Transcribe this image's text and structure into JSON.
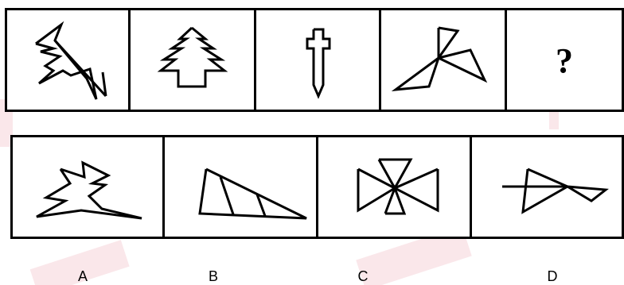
{
  "puzzle": {
    "question_mark": "?",
    "options": [
      {
        "label": "A"
      },
      {
        "label": "B"
      },
      {
        "label": "C"
      },
      {
        "label": "D"
      }
    ]
  },
  "colors": {
    "stroke": "#000000",
    "watermark": "#f3c9cf"
  },
  "icons": [
    "zigzag-lightning-figure-icon",
    "pine-tree-figure-icon",
    "sword-figure-icon",
    "triangle-pinwheel-figure-icon",
    "zigzag-star-figure-icon",
    "subdivided-triangle-figure-icon",
    "bowtie-cross-figure-icon",
    "crossed-triangles-figure-icon"
  ]
}
